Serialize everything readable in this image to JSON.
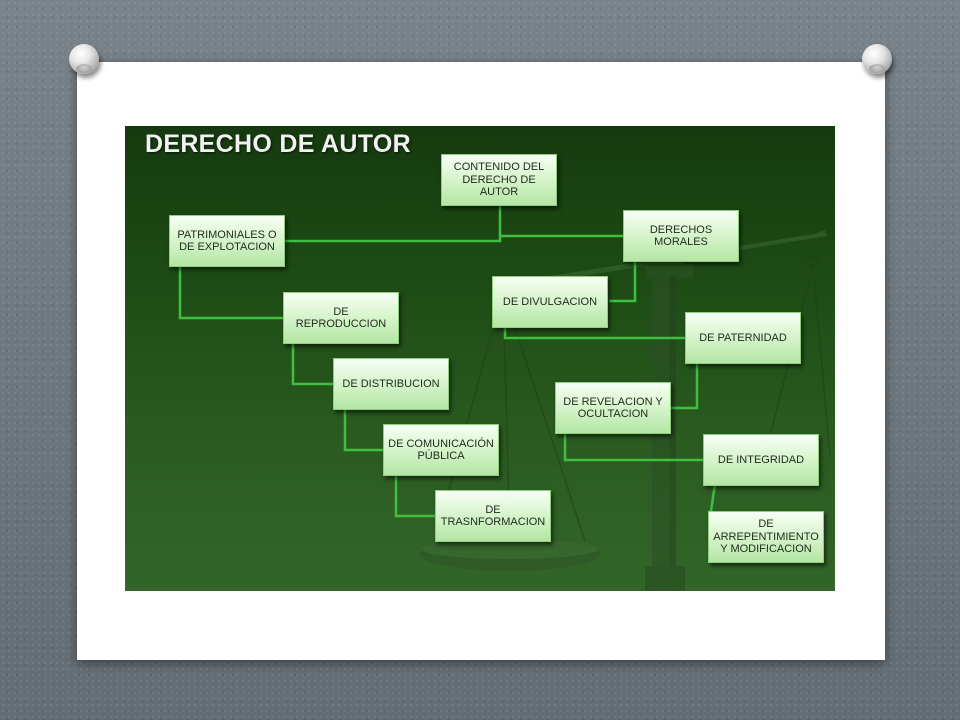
{
  "slide": {
    "title": "DERECHO DE AUTOR"
  },
  "nodes": {
    "contenido": "CONTENIDO DEL DERECHO DE AUTOR",
    "patrimoniales": "PATRIMONIALES O DE EXPLOTACION",
    "morales": "DERECHOS MORALES",
    "reproduccion": "DE REPRODUCCION",
    "distribucion": "DE DISTRIBUCION",
    "comunicacion": "DE COMUNICACIÓN PÚBLICA",
    "transformacion": "DE TRASNFORMACION",
    "divulgacion": "DE DIVULGACION",
    "paternidad": "DE PATERNIDAD",
    "revelacion": "DE REVELACION Y OCULTACION",
    "integridad": "DE INTEGRIDAD",
    "arrepentimiento": "DE ARREPENTIMIENTO Y MODIFICACION"
  },
  "colors": {
    "connector": "#3fbf3f",
    "node_fill": "#d9f5cf",
    "background": "#1d4a14"
  }
}
